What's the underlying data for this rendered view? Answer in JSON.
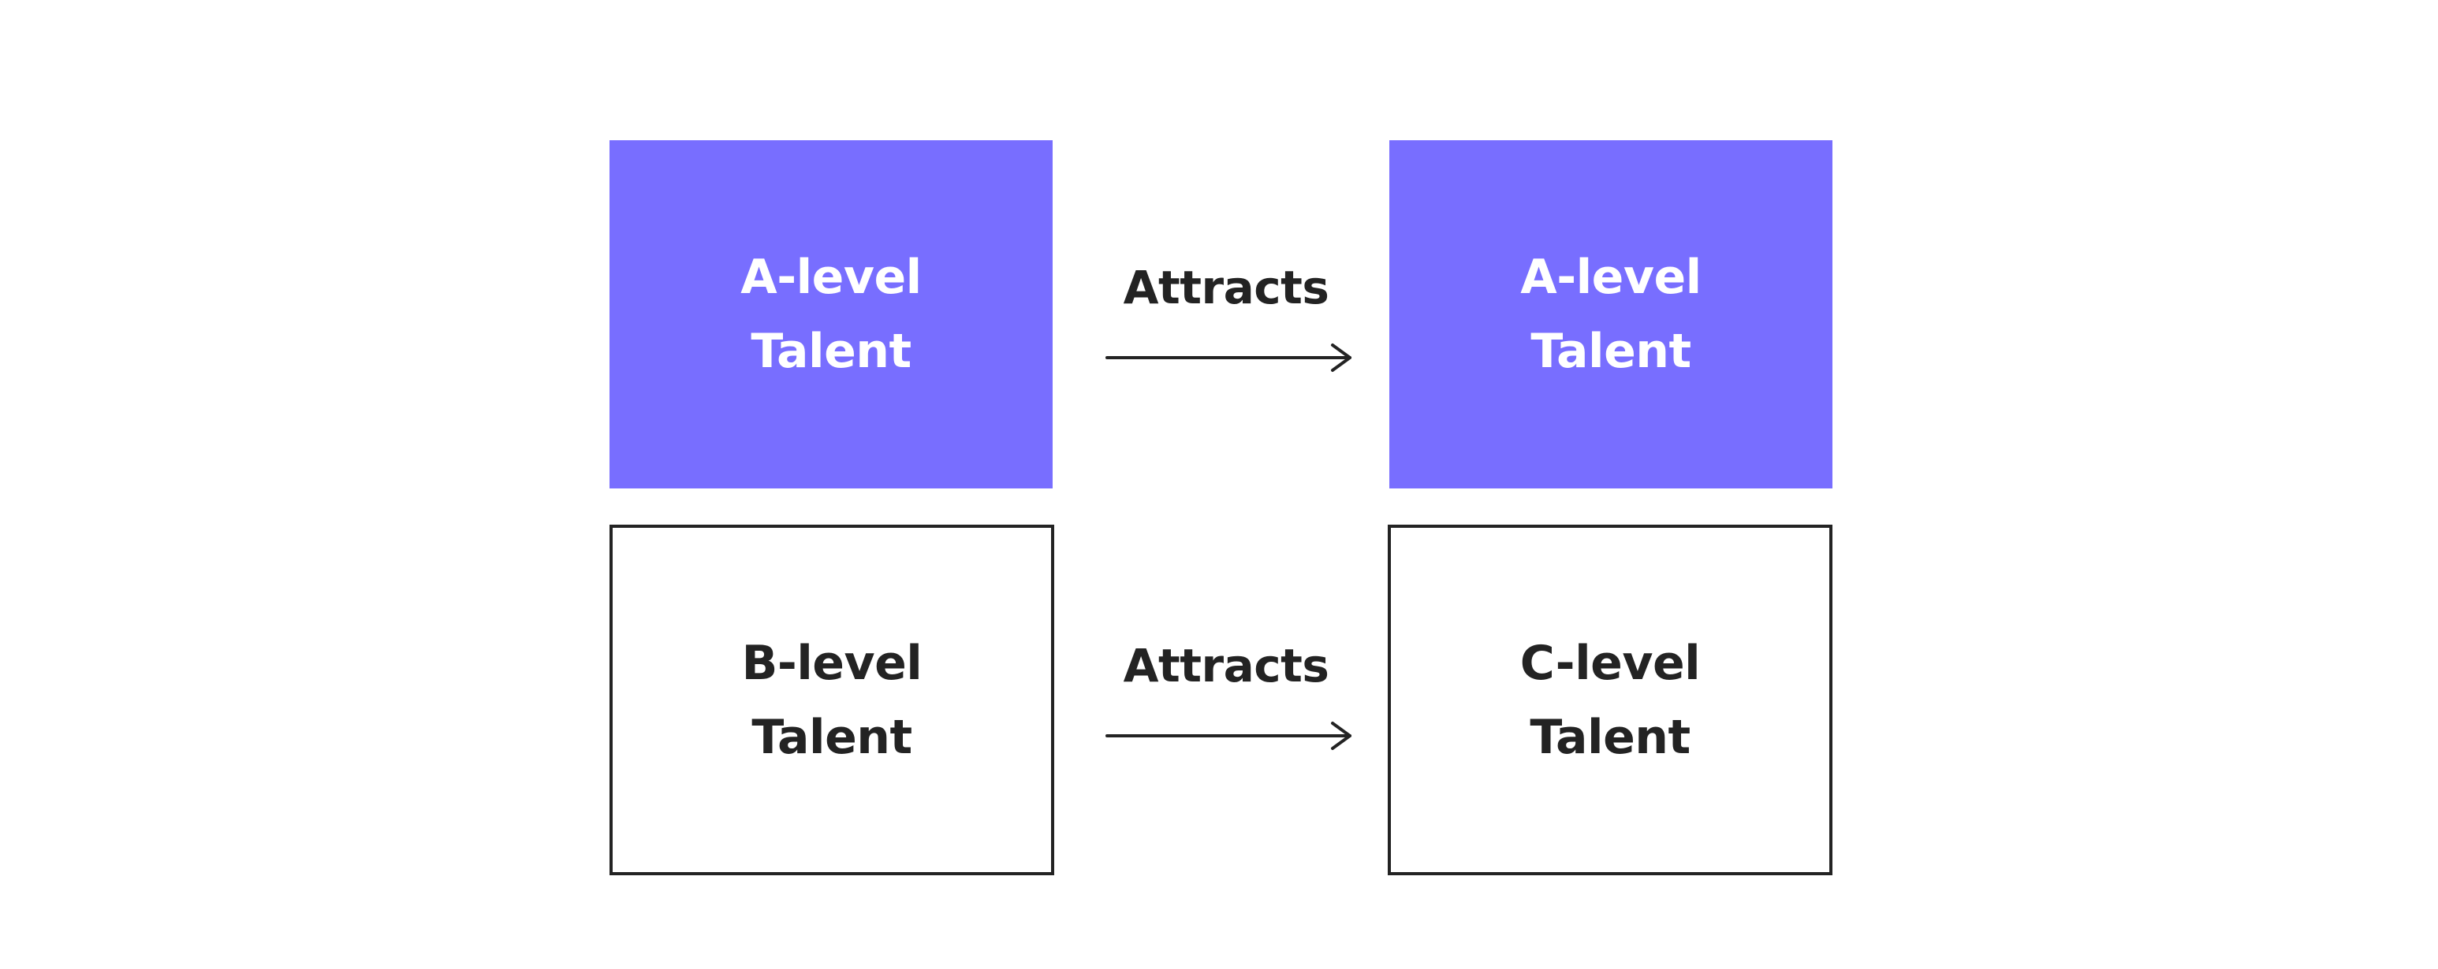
{
  "colors": {
    "accent": "#786eff",
    "text_dark": "#232323",
    "text_light": "#ffffff",
    "background": "#ffffff"
  },
  "nodes": {
    "a_left": {
      "line1": "A-level",
      "line2": "Talent"
    },
    "a_right": {
      "line1": "A-level",
      "line2": "Talent"
    },
    "b_left": {
      "line1": "B-level",
      "line2": "Talent"
    },
    "c_right": {
      "line1": "C-level",
      "line2": "Talent"
    }
  },
  "edges": {
    "top": {
      "label": "Attracts"
    },
    "bottom": {
      "label": "Attracts"
    }
  }
}
